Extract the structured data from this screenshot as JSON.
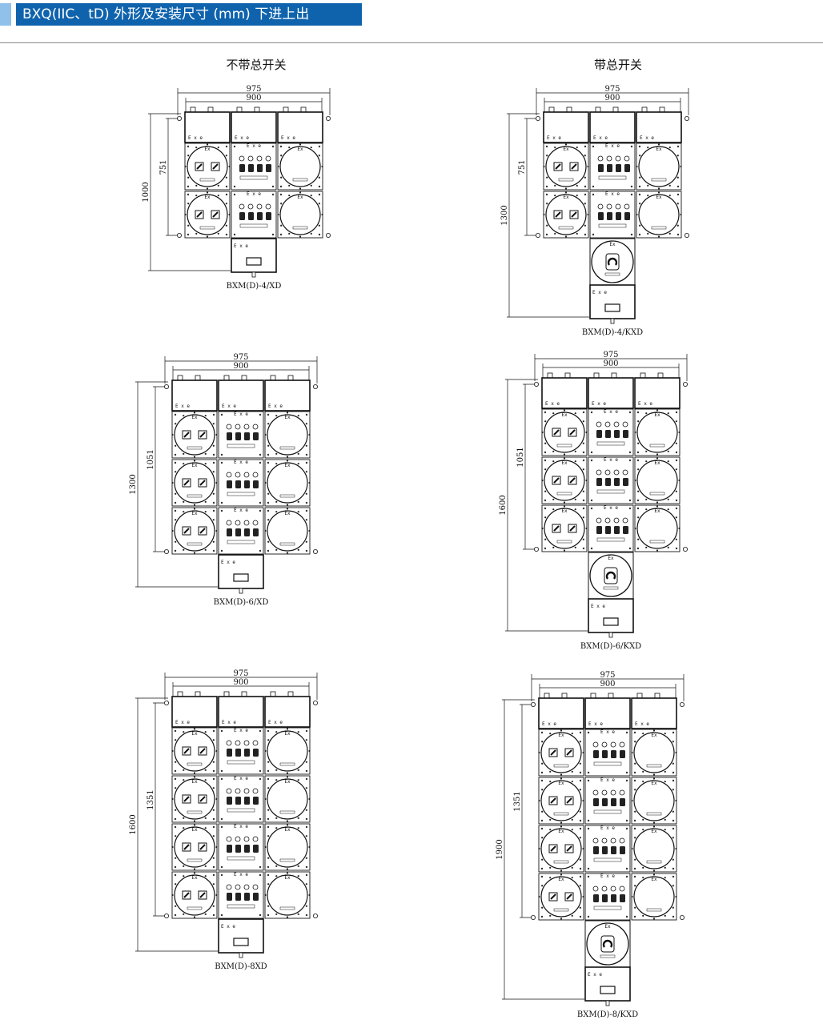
{
  "header": {
    "title": "BXQ(IIC、tD) 外形及安装尺寸 (mm) 下进上出",
    "bar_color": "#0f63ad",
    "accent_color": "#8fc1ea"
  },
  "columns": {
    "left_title": "不带总开关",
    "right_title": "带总开关"
  },
  "panel_labels": {
    "exe": "E x e",
    "ex": "Ex"
  },
  "diagrams": [
    {
      "id": "d1",
      "model": "BXM(D)-4/XD",
      "width_outer": "975",
      "width_inner": "900",
      "height_outer": "1000",
      "height_inner": "751",
      "rows": 2,
      "main_switch": false
    },
    {
      "id": "d2",
      "model": "BXM(D)-4/KXD",
      "width_outer": "975",
      "width_inner": "900",
      "height_outer": "1300",
      "height_inner": "751",
      "rows": 2,
      "main_switch": true
    },
    {
      "id": "d3",
      "model": "BXM(D)-6/XD",
      "width_outer": "975",
      "width_inner": "900",
      "height_outer": "1300",
      "height_inner": "1051",
      "rows": 3,
      "main_switch": false
    },
    {
      "id": "d4",
      "model": "BXM(D)-6/KXD",
      "width_outer": "975",
      "width_inner": "900",
      "height_outer": "1600",
      "height_inner": "1051",
      "rows": 3,
      "main_switch": true
    },
    {
      "id": "d5",
      "model": "BXM(D)-8XD",
      "width_outer": "975",
      "width_inner": "900",
      "height_outer": "1600",
      "height_inner": "1351",
      "rows": 4,
      "main_switch": false
    },
    {
      "id": "d6",
      "model": "BXM(D)-8/KXD",
      "width_outer": "975",
      "width_inner": "900",
      "height_outer": "1900",
      "height_inner": "1351",
      "rows": 4,
      "main_switch": true
    }
  ]
}
